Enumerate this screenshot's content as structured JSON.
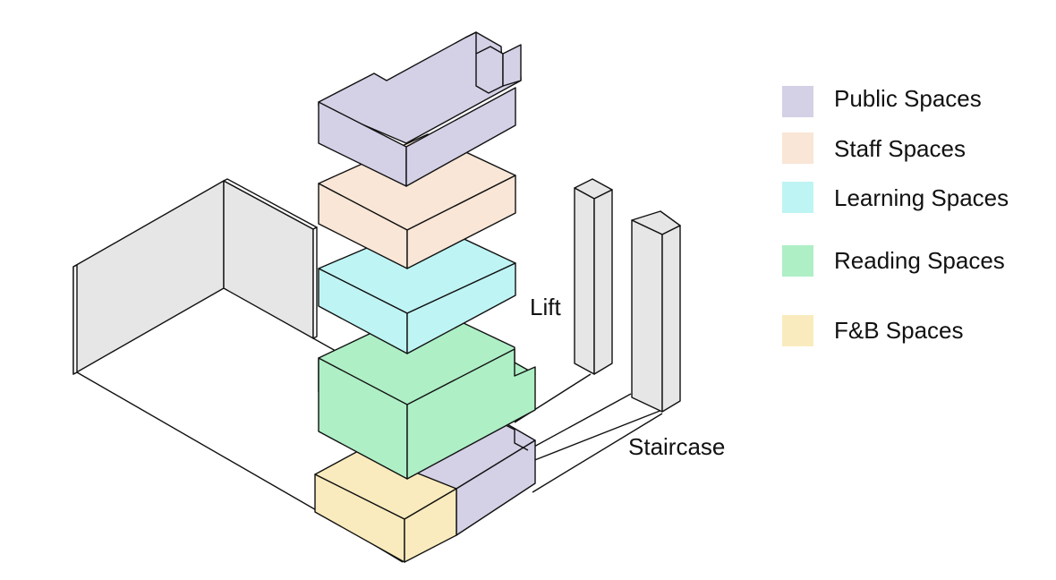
{
  "labels": {
    "lift": "Lift",
    "staircase": "Staircase"
  },
  "legend": [
    {
      "name": "Public Spaces",
      "color": "#d4d0e6"
    },
    {
      "name": "Staff Spaces",
      "color": "#f9e6d6"
    },
    {
      "name": "Learning Spaces",
      "color": "#bff4f4"
    },
    {
      "name": "Reading Spaces",
      "color": "#aeefc6"
    },
    {
      "name": "F&B Spaces",
      "color": "#f9ebbd"
    }
  ],
  "colors": {
    "public": "#d4d0e6",
    "staff": "#f9e6d6",
    "learning": "#bff4f4",
    "reading": "#aeefc6",
    "fnb": "#f9ebbd",
    "core": "#e6e6e6",
    "outline": "#111111"
  }
}
